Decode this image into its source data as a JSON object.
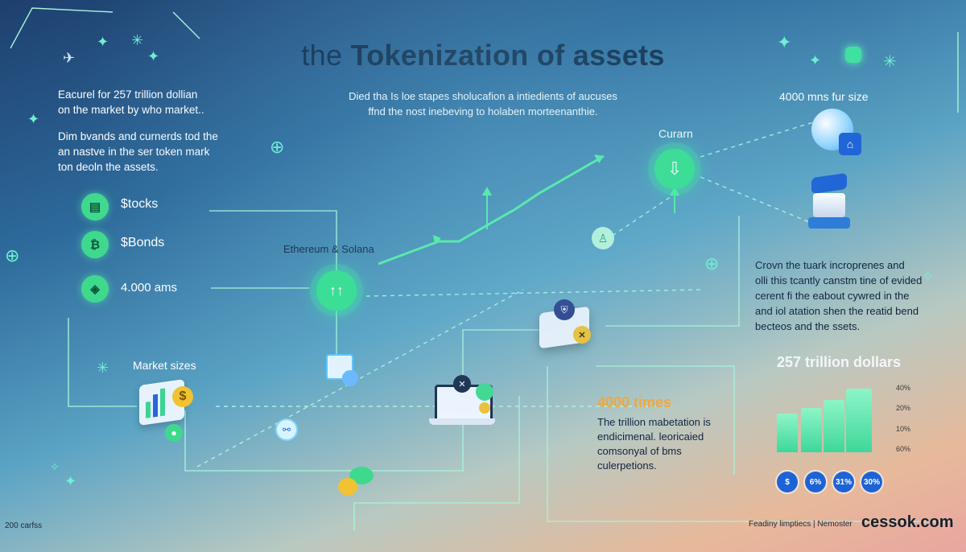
{
  "title_plain": "the",
  "title_bold": "Tokenization of assets",
  "intro_left": [
    "Eacurel for 257 trillion dollian",
    "on the market by who market.."
  ],
  "intro_left2": [
    "Dim bvands and curnerds tod the",
    "an nastve in the ser token mark",
    "ton deoln the assets."
  ],
  "subtitle_center": [
    "Died tha Is loe stapes sholucafion a intiedients of aucuses",
    "ffnd the nost inebeving to holaben morteenanthie."
  ],
  "assets": [
    {
      "label": "$tocks",
      "icon": "document-icon"
    },
    {
      "label": "$Bonds",
      "icon": "bitcoin-icon"
    },
    {
      "label": "4.000 ams",
      "icon": "shield-icon"
    }
  ],
  "hub_label": "Ethereum & Solana",
  "hub_glyph": "↑↑",
  "market_sizes": "Market sizes",
  "curarn_label": "Curarn",
  "top_right_label": "4000 mns fur size",
  "right_paragraph": [
    "Crovn the tuark incroprenes and",
    "olli this tcantly canstm tine of evided",
    "cerent fi the eabout cywred in the",
    "and iol atation shen the reatid bend",
    "becteos and the ssets."
  ],
  "big_number": "257 trillion dollars",
  "times_heading": "4000 times",
  "times_paragraph": [
    "The trillion mabetation is",
    "endicimenal. leoricaied",
    "comsonyal of bms",
    "culerpetions."
  ],
  "bar_chart": {
    "values": [
      0.52,
      0.6,
      0.71,
      0.86
    ],
    "tick_labels": [
      "40%",
      "20%",
      "10%",
      "60%"
    ]
  },
  "badges": [
    "$",
    "6%",
    "31%",
    "30%"
  ],
  "footer_left": "200 carfss",
  "footer_right": "Feadiny limptiecs  |  Nemoster",
  "brand": "cessok.com",
  "colors": {
    "accent_green": "#3fd98e",
    "navy": "#10233d",
    "orange": "#f3a73a",
    "badge_blue": "#1e63d6"
  }
}
